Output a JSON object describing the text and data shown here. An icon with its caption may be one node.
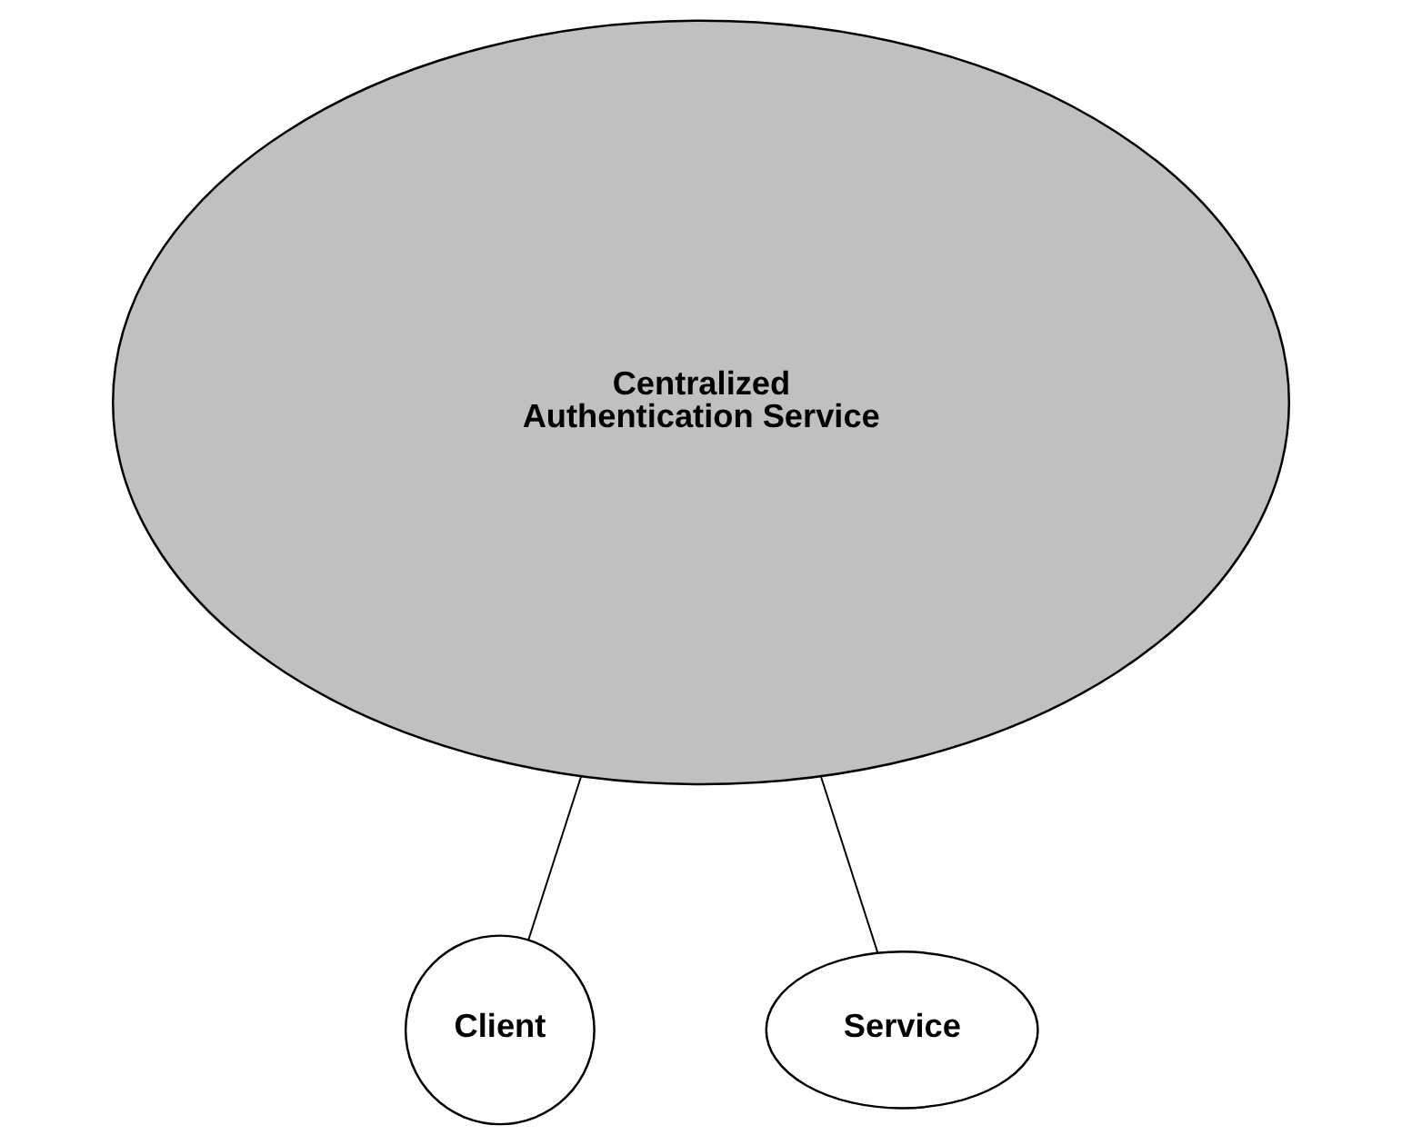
{
  "diagram": {
    "nodes": [
      {
        "text": [
          "Centralized Authentication Service"
        ]
      },
      {
        "text": [
          "Client"
        ]
      },
      {
        "text": [
          "Service"
        ]
      }
    ],
    "edges": [
      {
        "from": 0,
        "to": 1,
        "arrow": "none"
      },
      {
        "from": 0,
        "to": 2,
        "arrow": "none"
      }
    ]
  }
}
